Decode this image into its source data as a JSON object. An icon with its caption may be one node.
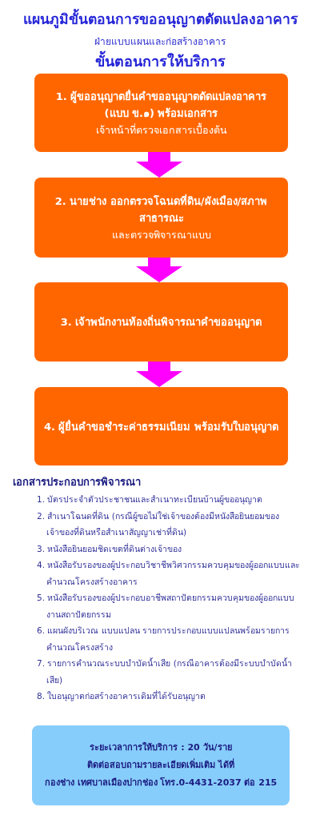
{
  "diagram": {
    "title": "แผนภูมิขั้นตอนการขออนุญาตดัดแปลงอาคาร",
    "nodes": [
      {
        "text": [
          "1. ผู้ขออนุญาตยื่นคำขออนุญาตดัดแปลงอาคาร (แบบ ข.๑) พร้อมเอกสาร",
          "เจ้าหน้าที่ตรวจเอกสารเบื้องต้น"
        ]
      },
      {
        "text": [
          "2. นายช่าง ออกตรวจโฉนดที่ดิน/ผังเมือง/สภาพสาธารณะ",
          "และตรวจพิจารณาแบบ"
        ]
      },
      {
        "text": [
          "3. เจ้าพนักงานท้องถิ่นพิจารณาคำขออนุญาต"
        ]
      },
      {
        "text": [
          "4. ผู้ยื่นคำขอชำระค่าธรรมเนียม พร้อมรับใบอนุญาต"
        ]
      },
      {
        "text": [
          "ระยะเวลาการให้บริการ : 20 วัน/ราย",
          "ติดต่อสอบถามรายละเอียดเพิ่มเติม ได้ที่",
          "กองช่าง เทศบาลเมืองปากช่อง โทร.0-4431-2037 ต่อ 215"
        ]
      }
    ],
    "edges": [
      {
        "from": 0,
        "to": 1,
        "arrow": "to"
      },
      {
        "from": 1,
        "to": 2,
        "arrow": "to"
      },
      {
        "from": 2,
        "to": 3,
        "arrow": "to"
      }
    ],
    "labels": [
      "ฝ่ายแบบแผนและก่อสร้างอาคาร",
      "ขั้นตอนการให้บริการ",
      "เอกสารประกอบการพิจารณา",
      "1. บัตรประจำตัวประชาชนและสำเนาทะเบียนบ้านผู้ขออนุญาต",
      "2. สำเนาโฉนดที่ดิน (กรณีผู้ขอไม่ใช่เจ้าของต้องมีหนังสือยินยอมของเจ้าของที่ดินหรือสำเนาสัญญาเช่าที่ดิน)",
      "3. หนังสือยินยอมชิดเขตที่ดินต่างเจ้าของ",
      "4. หนังสือรับรองของผู้ประกอบวิชาชีพวิศวกรรมควบคุมของผู้ออกแบบและคำนวณโครงสร้างอาคาร",
      "5. หนังสือรับรองของผู้ประกอบอาชีพสถาปัตยกรรมควบคุมของผู้ออกแบบงานสถาปัตยกรรม",
      "6. แผนผังบริเวณ แบบแปลน รายการประกอบแบบแปลนพร้อมรายการคำนวณโครงสร้าง",
      "7. รายการคำนวณระบบบำบัดน้ำเสีย (กรณีอาคารต้องมีระบบบำบัดน้ำเสีย)",
      "8. ใบอนุญาตก่อสร้างอาคารเดิมที่ได้รับอนุญาต"
    ]
  }
}
